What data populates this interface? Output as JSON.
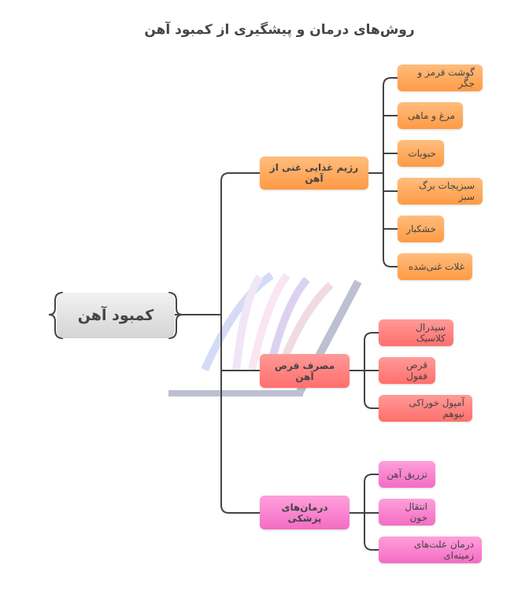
{
  "title": "روش‌های درمان و پیشگیری از کمبود آهن",
  "root": "کمبود آهن",
  "branches": [
    {
      "label": "رژیم غذایی غنی از آهن",
      "color": "#ff9f4d",
      "leaves": [
        "گوشت قرمز و جگر",
        "مرغ و ماهی",
        "حبوبات",
        "سبزیجات برگ سبز",
        "خشکبار",
        "غلات غنی‌شده"
      ]
    },
    {
      "label": "مصرف قرص آهن",
      "color": "#ff7573",
      "leaves": [
        "سیدرال کلاسیک",
        "قرص ففول",
        "آمپول خوراکی نیوهم"
      ]
    },
    {
      "label": "درمان‌های پزشکی",
      "color": "#f674c7",
      "leaves": [
        "تزریق آهن",
        "انتقال خون",
        "درمان علت‌های زمینه‌ای"
      ]
    }
  ]
}
